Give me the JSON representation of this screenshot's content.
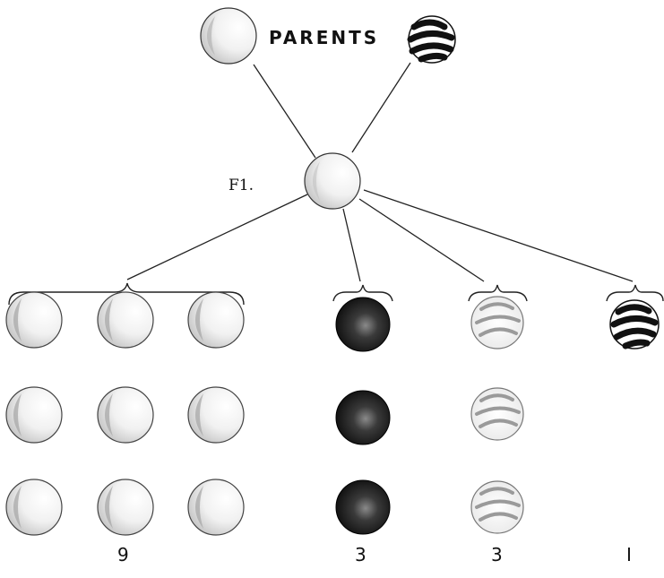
{
  "labels": {
    "parents": "PARENTS",
    "f1": "F1."
  },
  "ratio_counts": [
    "9",
    "3",
    "3",
    "I"
  ],
  "colors": {
    "line": "#222222",
    "white_fill": "#f7f7f7",
    "gray_shade": "#a8a8a8",
    "dark_fill": "#111111",
    "stripe_dark": "#1a1a1a"
  },
  "groups": [
    {
      "phenotype": "white",
      "count": "9"
    },
    {
      "phenotype": "black",
      "count": "3"
    },
    {
      "phenotype": "light-striped",
      "count": "3"
    },
    {
      "phenotype": "dark-striped",
      "count": "I"
    }
  ]
}
